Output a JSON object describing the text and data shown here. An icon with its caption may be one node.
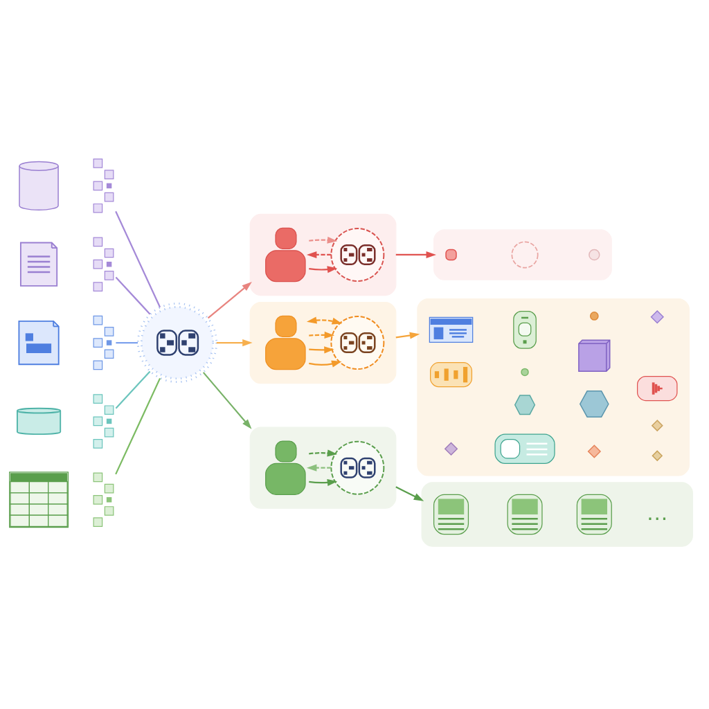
{
  "diagram": {
    "nodes": [
      {
        "text": [],
        "shape": "cylinder"
      },
      {
        "text": [],
        "shape": "blocks"
      },
      {
        "text": [],
        "shape": "document"
      },
      {
        "text": [],
        "shape": "blocks"
      },
      {
        "text": [],
        "shape": "picture"
      },
      {
        "text": [],
        "shape": "blocks"
      },
      {
        "text": [],
        "shape": "picture"
      },
      {
        "text": [],
        "shape": "blocks"
      },
      {
        "text": [],
        "shape": "table"
      },
      {
        "text": [],
        "shape": "blocks"
      },
      {
        "text": [],
        "shape": "circle"
      },
      {
        "text": [],
        "shape": "box"
      },
      {
        "text": [],
        "shape": "person",
        "in": 11
      },
      {
        "text": [],
        "shape": "circle",
        "in": 11
      },
      {
        "text": [],
        "shape": "box"
      },
      {
        "text": [],
        "shape": "box",
        "in": 14
      },
      {
        "text": [],
        "shape": "circle",
        "in": 14
      },
      {
        "text": [],
        "shape": "circle",
        "in": 14
      },
      {
        "text": [],
        "shape": "box"
      },
      {
        "text": [],
        "shape": "person",
        "in": 18
      },
      {
        "text": [],
        "shape": "circle",
        "in": 18
      },
      {
        "text": [],
        "shape": "box"
      },
      {
        "text": [],
        "shape": "picture",
        "in": 21
      },
      {
        "text": [],
        "shape": "picture",
        "in": 21
      },
      {
        "text": [],
        "shape": "circle",
        "in": 21
      },
      {
        "text": [],
        "shape": "diamond",
        "in": 21
      },
      {
        "text": [],
        "shape": "cube",
        "in": 21
      },
      {
        "text": [],
        "shape": "picture",
        "in": 21
      },
      {
        "text": [],
        "shape": "hexagon",
        "in": 21
      },
      {
        "text": [],
        "shape": "hexagon",
        "in": 21
      },
      {
        "text": [],
        "shape": "diamond",
        "in": 21
      },
      {
        "text": [],
        "shape": "circle",
        "in": 21
      },
      {
        "text": [],
        "shape": "picture",
        "in": 21
      },
      {
        "text": [],
        "shape": "diamond",
        "in": 21
      },
      {
        "text": [],
        "shape": "picture",
        "in": 21
      },
      {
        "text": [],
        "shape": "diamond",
        "in": 21
      },
      {
        "text": [],
        "shape": "diamond",
        "in": 21
      },
      {
        "text": [],
        "shape": "box"
      },
      {
        "text": [],
        "shape": "person",
        "in": 37
      },
      {
        "text": [],
        "shape": "circle",
        "in": 37
      },
      {
        "text": [],
        "shape": "box"
      },
      {
        "text": [],
        "shape": "picture",
        "in": 40
      },
      {
        "text": [],
        "shape": "picture",
        "in": 40
      },
      {
        "text": [],
        "shape": "picture",
        "in": 40
      }
    ],
    "edges": [
      {
        "from": 1,
        "to": 10,
        "arrow": "none",
        "color": "#a58ad8"
      },
      {
        "from": 3,
        "to": 10,
        "arrow": "none",
        "color": "#a58ad8"
      },
      {
        "from": 5,
        "to": 10,
        "arrow": "none",
        "color": "#7ea2ee"
      },
      {
        "from": 7,
        "to": 10,
        "arrow": "none",
        "color": "#6cc5bd"
      },
      {
        "from": 9,
        "to": 10,
        "arrow": "none",
        "color": "#7cbb63"
      },
      {
        "from": 10,
        "to": 11,
        "arrow": "to",
        "color": "#e8847f"
      },
      {
        "from": 10,
        "to": 18,
        "arrow": "to",
        "color": "#f7b04f"
      },
      {
        "from": 10,
        "to": 37,
        "arrow": "to",
        "color": "#78b268"
      },
      {
        "from": 12,
        "to": 13,
        "arrow": "to",
        "color": "#e0524f"
      },
      {
        "from": 13,
        "to": 12,
        "arrow": "to",
        "style": "dashed",
        "color": "#e0524f"
      },
      {
        "from": 12,
        "to": 13,
        "arrow": "to",
        "style": "dashed",
        "color": "#eb8f8b"
      },
      {
        "from": 11,
        "to": 14,
        "arrow": "to",
        "color": "#e0524f"
      },
      {
        "from": 19,
        "to": 20,
        "arrow": "to",
        "color": "#f39a2a"
      },
      {
        "from": 19,
        "to": 20,
        "arrow": "to",
        "color": "#f39a2a"
      },
      {
        "from": 19,
        "to": 20,
        "arrow": "to",
        "style": "dashed",
        "color": "#f39a2a"
      },
      {
        "from": 19,
        "to": 20,
        "arrow": "both",
        "style": "dashed",
        "color": "#f39a2a"
      },
      {
        "from": 18,
        "to": 21,
        "arrow": "to",
        "color": "#f5a43a"
      },
      {
        "from": 38,
        "to": 39,
        "arrow": "to",
        "color": "#5a9e4c"
      },
      {
        "from": 39,
        "to": 38,
        "arrow": "to",
        "style": "dashed",
        "color": "#8cc07e"
      },
      {
        "from": 38,
        "to": 39,
        "arrow": "to",
        "style": "dashed",
        "color": "#5a9e4c"
      },
      {
        "from": 37,
        "to": 40,
        "arrow": "to",
        "color": "#5a9e4c"
      }
    ],
    "labels": [
      "…"
    ]
  }
}
